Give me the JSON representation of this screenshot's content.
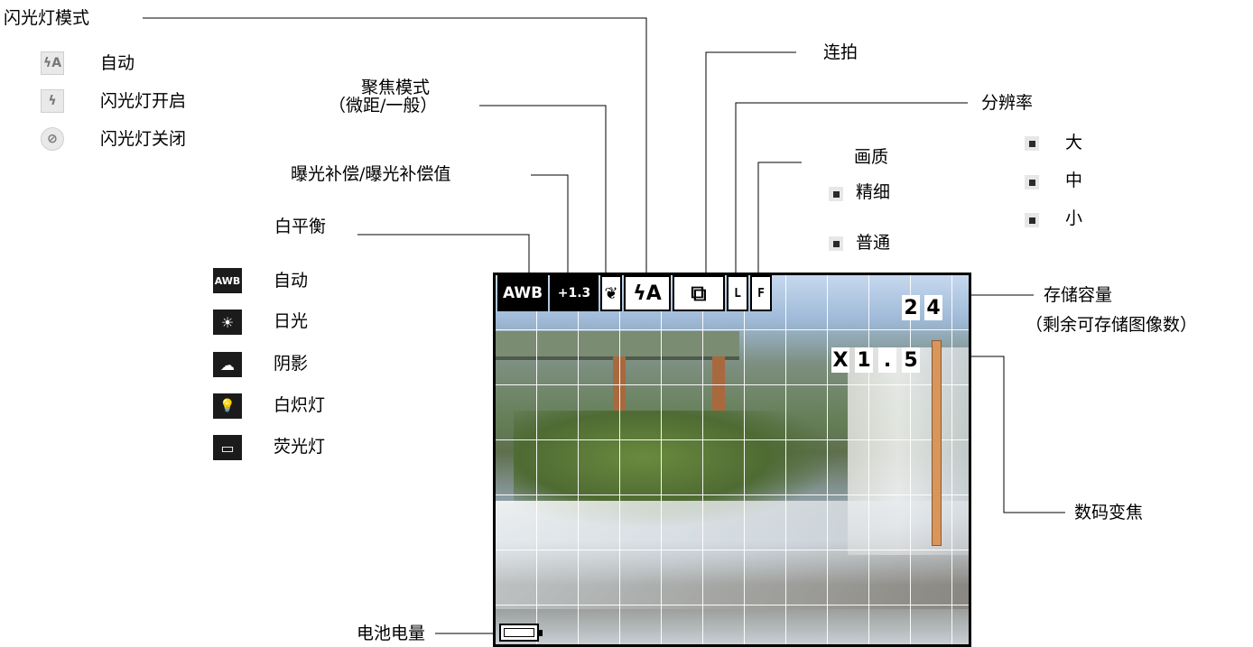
{
  "flash_mode": {
    "title": "闪光灯模式",
    "items": [
      {
        "icon": "flash-auto-icon",
        "glyph": "ϟA",
        "label": "自动"
      },
      {
        "icon": "flash-on-icon",
        "glyph": "ϟ",
        "label": "闪光灯开启"
      },
      {
        "icon": "flash-off-icon",
        "glyph": "⊘",
        "label": "闪光灯关闭"
      }
    ]
  },
  "focus_mode": {
    "title": "聚焦模式",
    "subtitle": "（微距/一般）"
  },
  "exposure": {
    "title": "曝光补偿/曝光补偿值"
  },
  "white_balance": {
    "title": "白平衡",
    "items": [
      {
        "icon": "awb-icon",
        "glyph": "AWB",
        "label": "自动"
      },
      {
        "icon": "daylight-icon",
        "glyph": "☀",
        "label": "日光"
      },
      {
        "icon": "shade-icon",
        "glyph": "☁",
        "label": "阴影"
      },
      {
        "icon": "incandescent-icon",
        "glyph": "💡",
        "label": "白炽灯"
      },
      {
        "icon": "fluorescent-icon",
        "glyph": "▭",
        "label": "荧光灯"
      }
    ]
  },
  "burst": {
    "title": "连拍"
  },
  "resolution": {
    "title": "分辨率",
    "items": [
      {
        "icon": "resolution-large-icon",
        "label": "大"
      },
      {
        "icon": "resolution-medium-icon",
        "label": "中"
      },
      {
        "icon": "resolution-small-icon",
        "label": "小"
      }
    ]
  },
  "quality": {
    "title": "画质",
    "items": [
      {
        "icon": "quality-fine-icon",
        "label": "精细"
      },
      {
        "icon": "quality-normal-icon",
        "label": "普通"
      }
    ]
  },
  "storage": {
    "title": "存储容量",
    "subtitle": "（剩余可存储图像数）"
  },
  "digital_zoom": {
    "title": "数码变焦"
  },
  "battery": {
    "title": "电池电量"
  },
  "lcd": {
    "awb": "AWB",
    "ev": "+1.3",
    "focus_glyph": "❦",
    "flash": "ϟA",
    "burst_glyph": "⧉",
    "resolution": "L",
    "quality": "F",
    "count": [
      "2",
      "4"
    ],
    "zoom": [
      "X",
      "1",
      ".",
      "5"
    ]
  },
  "colors": {
    "zoom_bar": "#d9955a",
    "text": "#000000",
    "background": "#ffffff"
  }
}
